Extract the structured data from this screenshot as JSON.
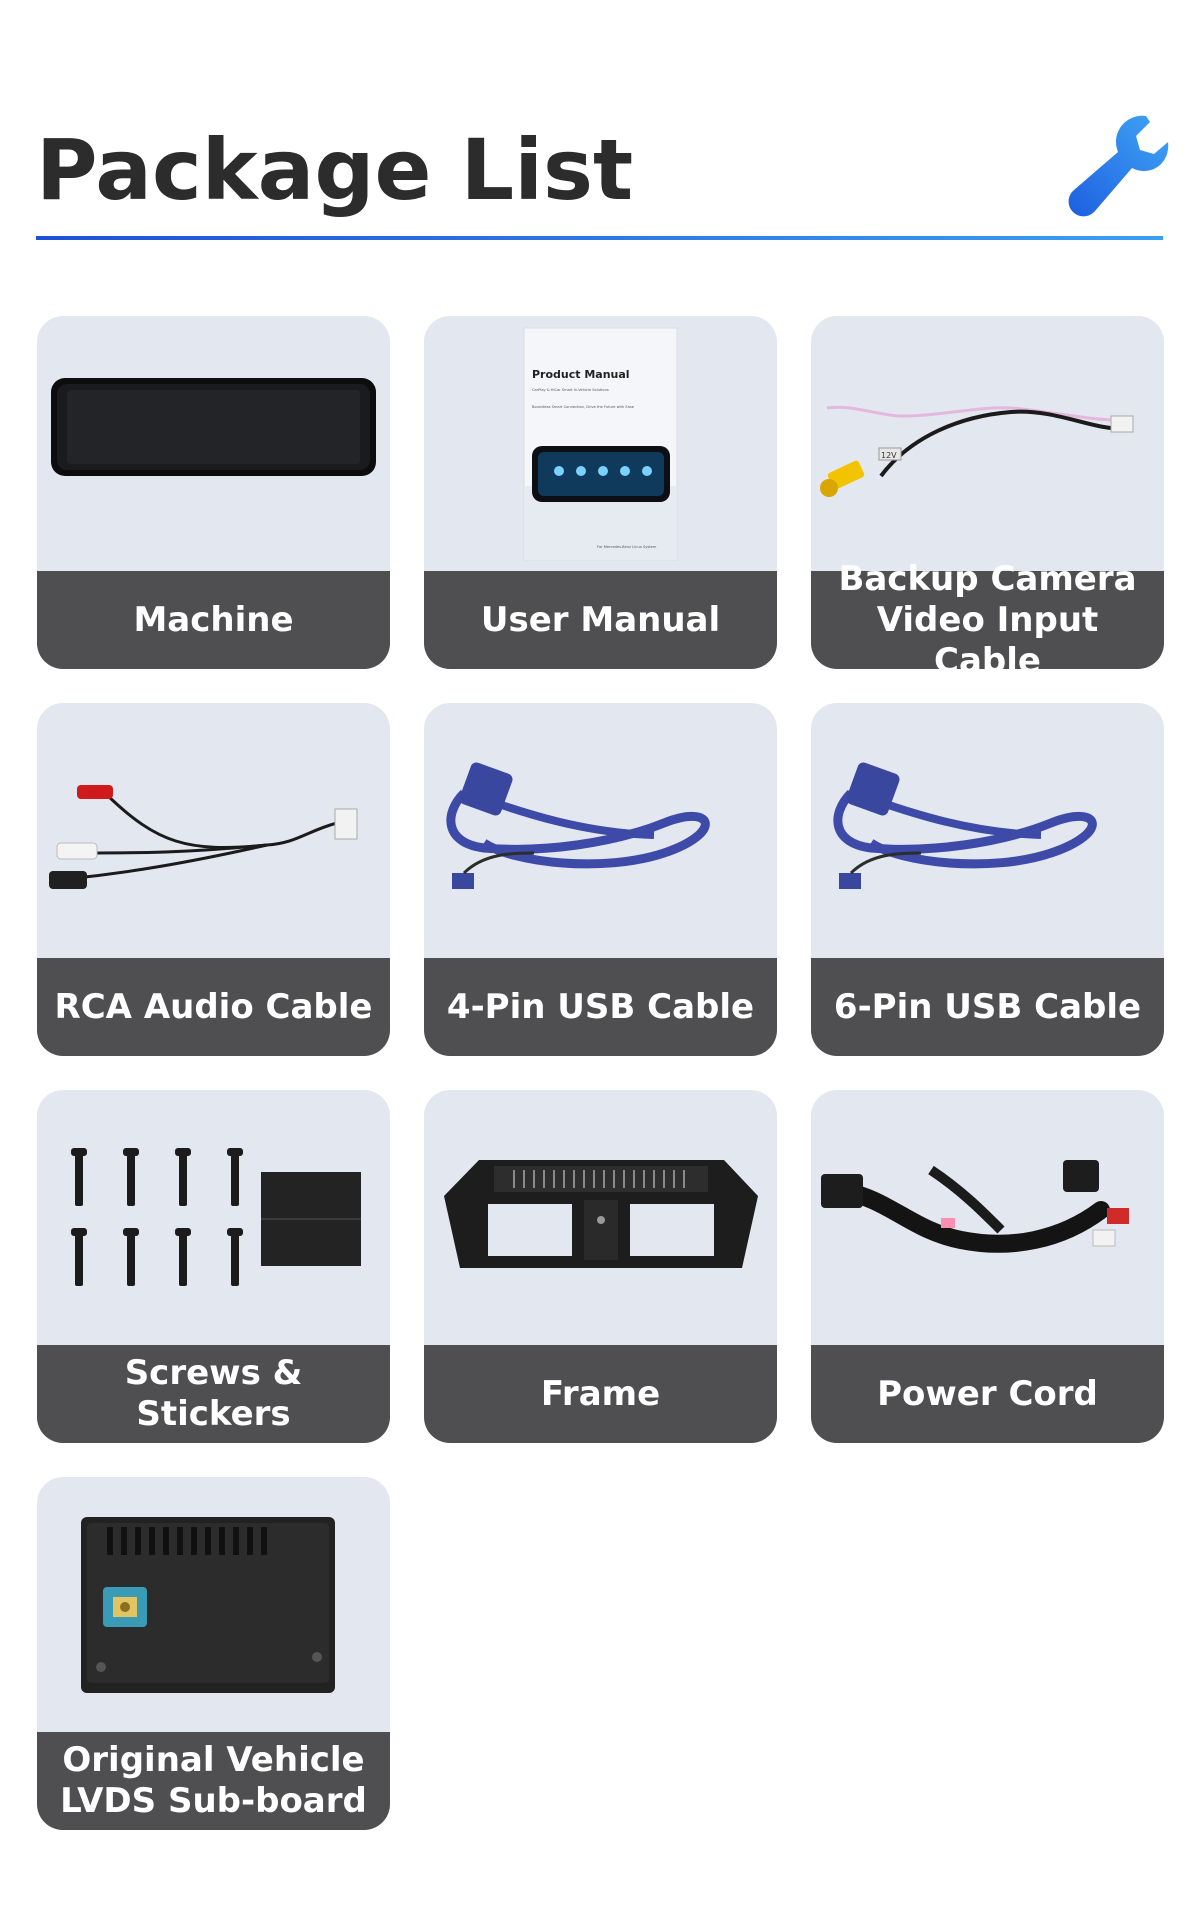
{
  "header": {
    "title": "Package List",
    "icon": "wrench-icon",
    "accent_color": "#1f6fe6"
  },
  "items": [
    {
      "label": "Machine"
    },
    {
      "label": "User Manual"
    },
    {
      "label": "Backup Camera\nVideo Input Cable"
    },
    {
      "label": "RCA Audio Cable"
    },
    {
      "label": "4-Pin USB Cable"
    },
    {
      "label": "6-Pin USB Cable"
    },
    {
      "label": "Screws & Stickers"
    },
    {
      "label": "Frame"
    },
    {
      "label": "Power Cord"
    },
    {
      "label": "Original Vehicle\nLVDS Sub-board"
    }
  ],
  "manual": {
    "title": "Product Manual",
    "subtitle": "CarPlay & HiCar Smart In-Vehicle Solutions",
    "tagline": "Boundless Smart Connection, Drive the Future with Ease",
    "footer": "For Mercedes-Benz Linux System"
  },
  "camera_cable": {
    "tag": "12V"
  }
}
